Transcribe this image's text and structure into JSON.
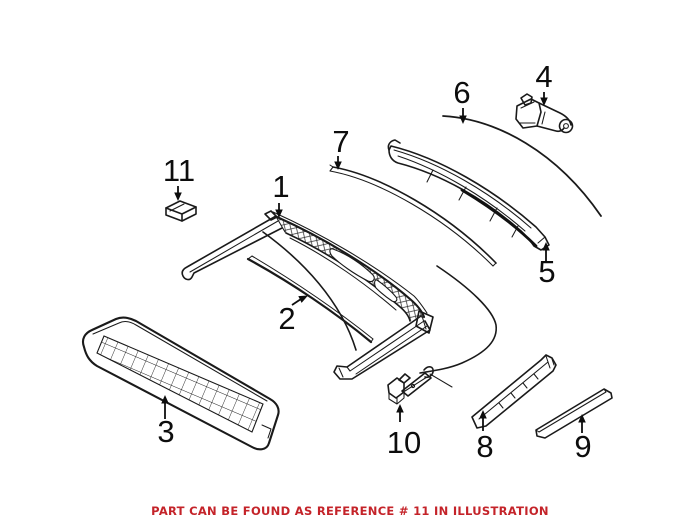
{
  "diagram": {
    "type": "exploded-parts-illustration",
    "background": "#ffffff",
    "line_color": "#1a1a1a",
    "labels": [
      {
        "text": "1"
      },
      {
        "text": "2"
      },
      {
        "text": "3"
      },
      {
        "text": "4"
      },
      {
        "text": "5"
      },
      {
        "text": "6"
      },
      {
        "text": "7"
      },
      {
        "text": "8"
      },
      {
        "text": "9"
      },
      {
        "text": "10"
      },
      {
        "text": "11"
      }
    ],
    "caption": {
      "text": "PART CAN BE FOUND AS REFERENCE # 11 IN ILLUSTRATION",
      "color": "#c42329"
    }
  }
}
